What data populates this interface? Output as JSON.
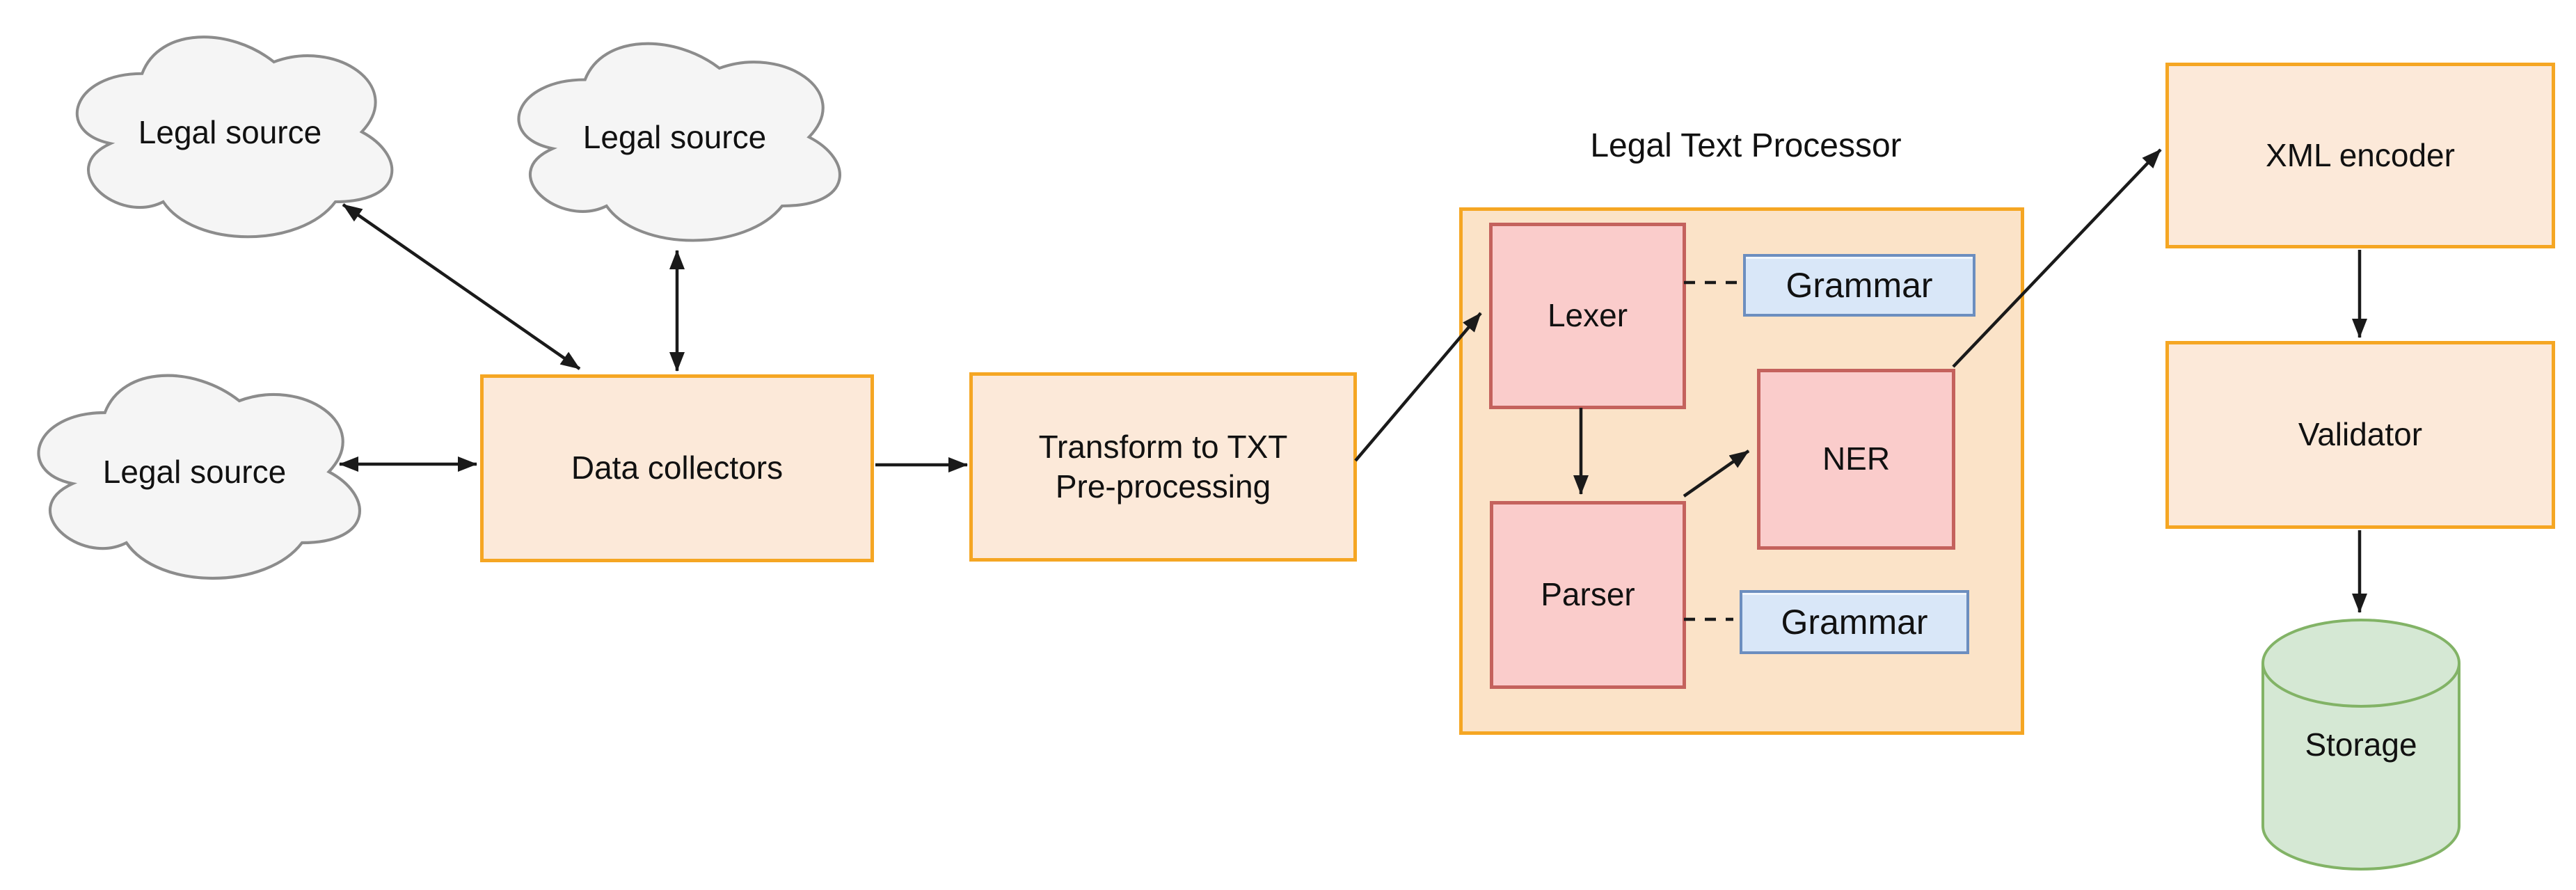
{
  "title": "Legal Text Processor",
  "nodes": {
    "cloud_top_left": {
      "label": "Legal source",
      "shape": "cloud"
    },
    "cloud_top_mid": {
      "label": "Legal source",
      "shape": "cloud"
    },
    "cloud_bottom_left": {
      "label": "Legal source",
      "shape": "cloud"
    },
    "data_collectors": {
      "label": "Data collectors",
      "shape": "process"
    },
    "transform": {
      "label_line1": "Transform to TXT",
      "label_line2": "Pre-processing",
      "shape": "process"
    },
    "legal_text_processor": {
      "label": "Legal Text Processor",
      "shape": "container"
    },
    "lexer": {
      "label": "Lexer",
      "shape": "component"
    },
    "parser": {
      "label": "Parser",
      "shape": "component"
    },
    "ner": {
      "label": "NER",
      "shape": "component"
    },
    "grammar_top": {
      "label": "Grammar",
      "shape": "data"
    },
    "grammar_bottom": {
      "label": "Grammar",
      "shape": "data"
    },
    "xml_encoder": {
      "label": "XML encoder",
      "shape": "process"
    },
    "validator": {
      "label": "Validator",
      "shape": "process"
    },
    "storage": {
      "label": "Storage",
      "shape": "cylinder"
    }
  },
  "edges": [
    {
      "from": "cloud_top_left",
      "to": "data_collectors",
      "style": "solid",
      "arrows": "both"
    },
    {
      "from": "cloud_top_mid",
      "to": "data_collectors",
      "style": "solid",
      "arrows": "both"
    },
    {
      "from": "cloud_bottom_left",
      "to": "data_collectors",
      "style": "solid",
      "arrows": "both"
    },
    {
      "from": "data_collectors",
      "to": "transform",
      "style": "solid",
      "arrows": "end"
    },
    {
      "from": "transform",
      "to": "lexer",
      "style": "solid",
      "arrows": "end"
    },
    {
      "from": "lexer",
      "to": "parser",
      "style": "solid",
      "arrows": "end"
    },
    {
      "from": "parser",
      "to": "ner",
      "style": "solid",
      "arrows": "end"
    },
    {
      "from": "ner",
      "to": "xml_encoder",
      "style": "solid",
      "arrows": "end"
    },
    {
      "from": "xml_encoder",
      "to": "validator",
      "style": "solid",
      "arrows": "end"
    },
    {
      "from": "validator",
      "to": "storage",
      "style": "solid",
      "arrows": "end"
    },
    {
      "from": "lexer",
      "to": "grammar_top",
      "style": "dashed",
      "arrows": "none"
    },
    {
      "from": "parser",
      "to": "grammar_bottom",
      "style": "dashed",
      "arrows": "none"
    }
  ],
  "colors": {
    "background": "#FFFFFF",
    "process_fill": "#FCE9D9",
    "process_border": "#F5A623",
    "container_fill": "#FBE3C8",
    "container_border": "#F5A623",
    "component_fill": "#FACCCB",
    "component_border": "#C4625D",
    "grammar_fill": "#D9E7F8",
    "grammar_border": "#6C8EBF",
    "cloud_fill": "#F5F5F5",
    "cloud_border": "#8C8C8C",
    "storage_fill": "#D5E8D4",
    "storage_border": "#82B366",
    "arrow": "#1A1A1A",
    "text": "#111111"
  }
}
